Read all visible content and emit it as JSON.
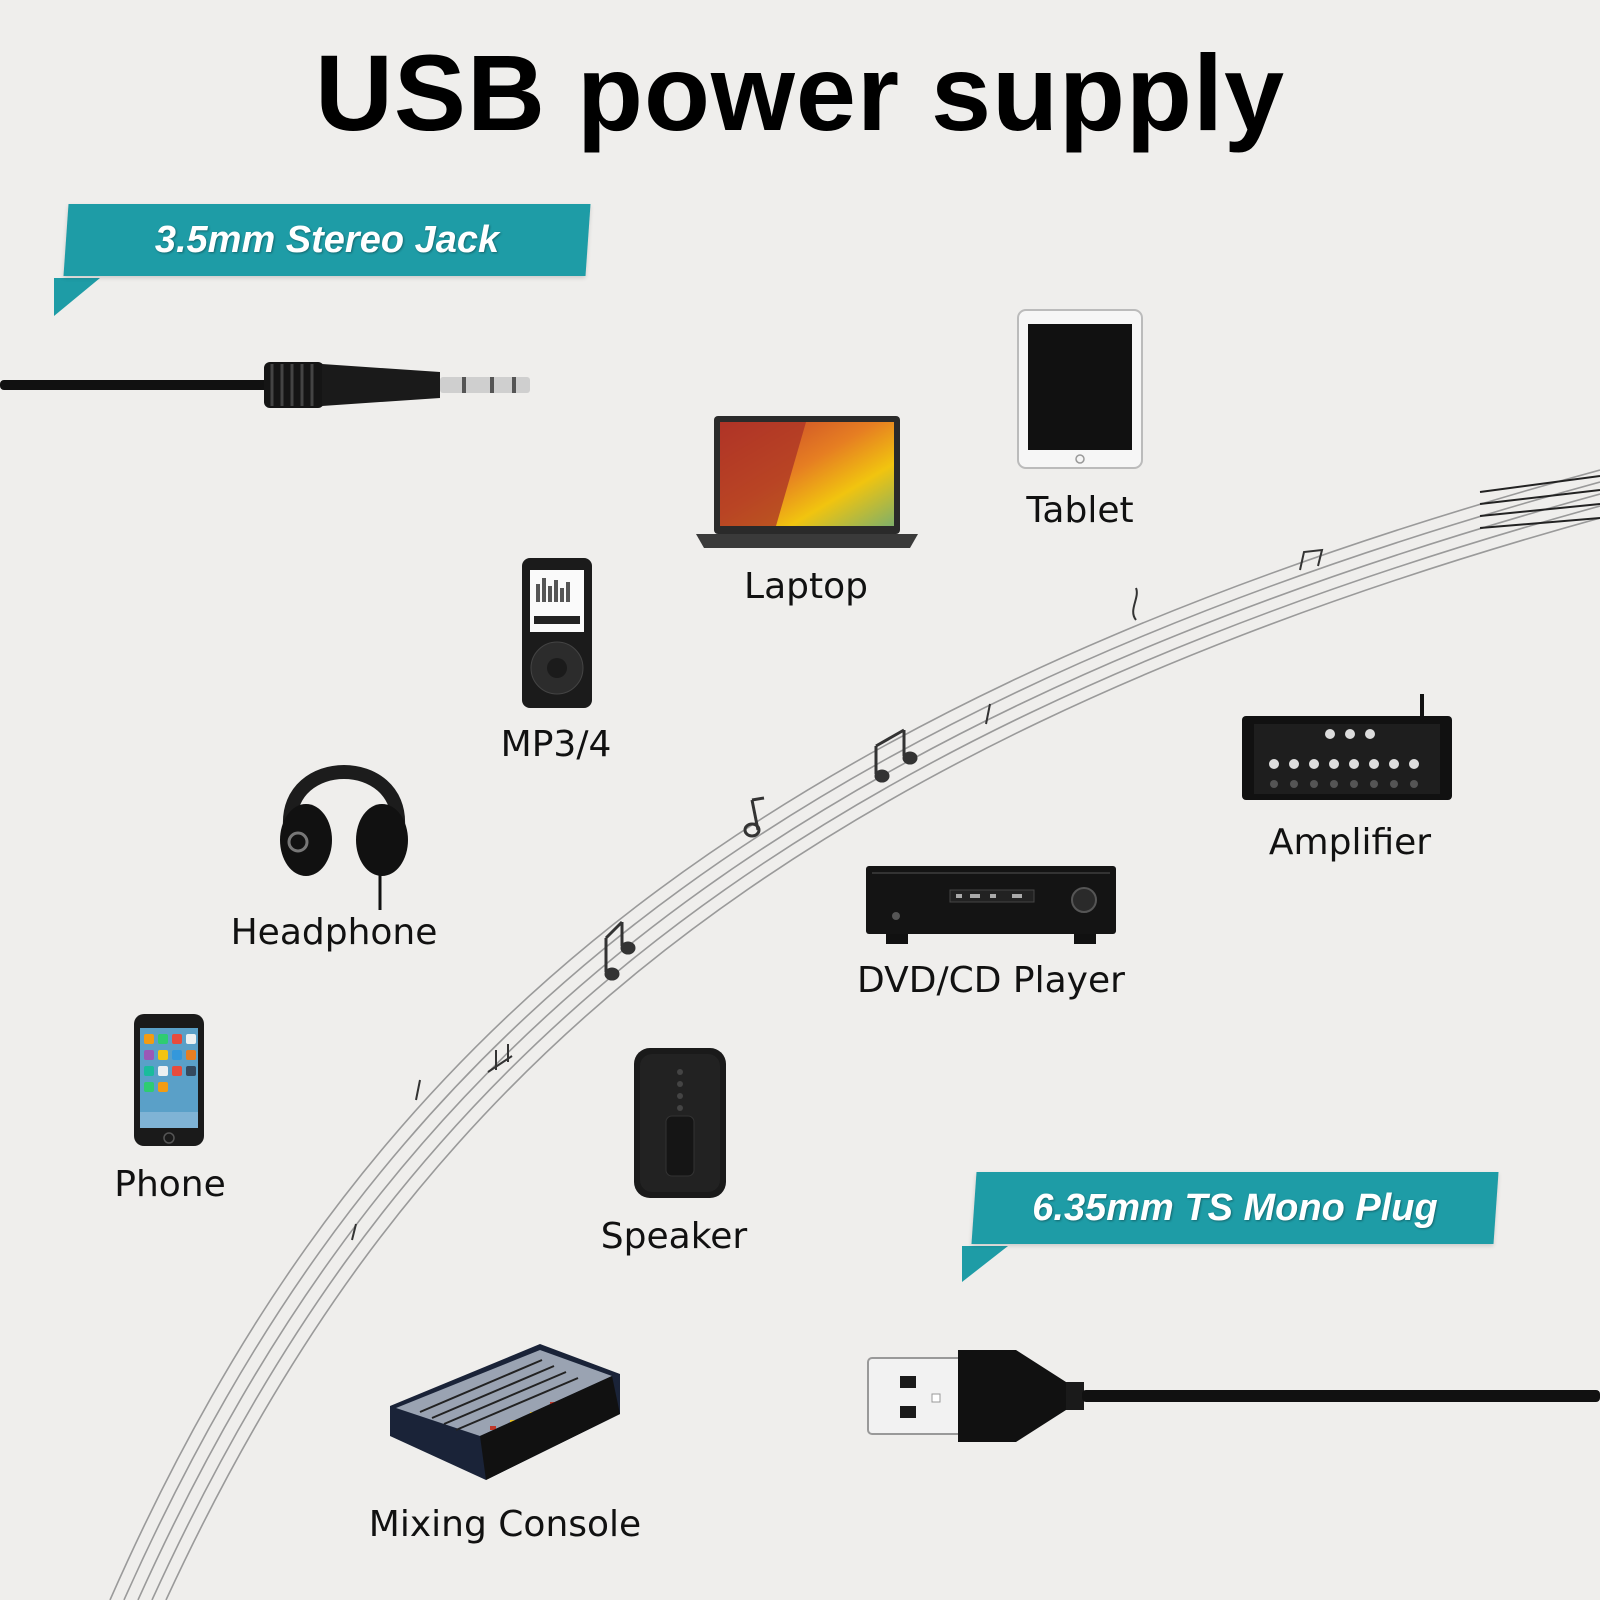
{
  "title": "USB power supply",
  "banners": {
    "jack": "3.5mm Stereo Jack",
    "plug": "6.35mm TS Mono Plug"
  },
  "devices": {
    "laptop": "Laptop",
    "tablet": "Tablet",
    "mp3": "MP3/4",
    "headphone": "Headphone",
    "amplifier": "Amplifier",
    "dvd": "DVD/CD Player",
    "phone": "Phone",
    "speaker": "Speaker",
    "mixing": "Mixing Console"
  },
  "colors": {
    "banner": "#1e9ca6",
    "background": "#efeeec"
  }
}
